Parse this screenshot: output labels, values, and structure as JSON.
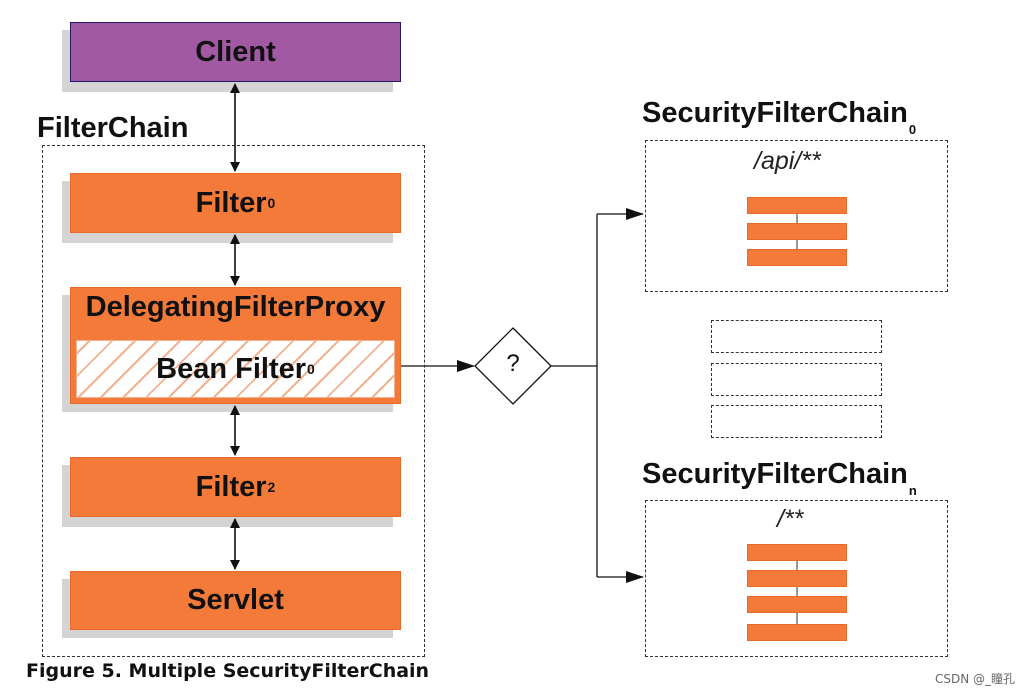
{
  "client": {
    "label": "Client"
  },
  "filter_chain": {
    "title": "FilterChain",
    "filters": [
      {
        "label": "Filter",
        "sub": "0"
      },
      {
        "label": "Filter",
        "sub": "2"
      },
      {
        "label": "Servlet",
        "sub": ""
      }
    ],
    "delegating_proxy": {
      "label": "DelegatingFilterProxy",
      "bean_filter": {
        "label": "Bean Filter",
        "sub": "0"
      }
    }
  },
  "decision": {
    "label": "?"
  },
  "security_chains": [
    {
      "title": "SecurityFilterChain",
      "sub": "0",
      "pattern": "/api/**",
      "filter_count": 3
    },
    {
      "title": "SecurityFilterChain",
      "sub": "n",
      "pattern": "/**",
      "filter_count": 4
    }
  ],
  "caption": "Figure 5. Multiple SecurityFilterChain",
  "watermark": "CSDN @_瞳孔"
}
